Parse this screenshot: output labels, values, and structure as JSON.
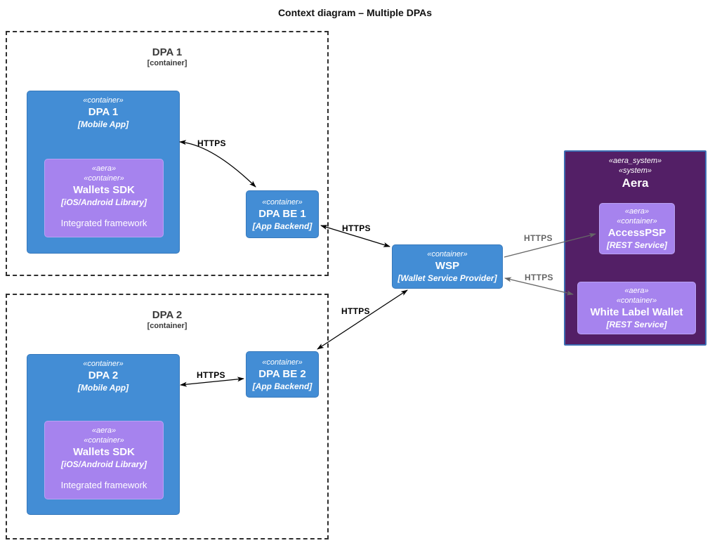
{
  "title": "Context diagram – Multiple DPAs",
  "colors": {
    "container_blue_fill": "#438dd5",
    "container_blue_border": "#3678bb",
    "aera_purple_fill": "#a683ee",
    "system_dark_purple_fill": "#531f66",
    "system_border_blue": "#3d6eb3",
    "boundary_dash": "#2e2e2e",
    "relation_black": "#000000",
    "relation_gray": "#666666"
  },
  "boundaries": {
    "dpa1": {
      "name": "DPA 1",
      "type": "[container]"
    },
    "dpa2": {
      "name": "DPA 2",
      "type": "[container]"
    }
  },
  "nodes": {
    "dpa1_app": {
      "stereo1": "«container»",
      "name": "DPA 1",
      "tech": "[Mobile App]"
    },
    "wallets_sdk_1": {
      "stereo1": "«aera»",
      "stereo2": "«container»",
      "name": "Wallets SDK",
      "tech": "[iOS/Android Library]",
      "desc": "Integrated framework"
    },
    "dpa_be_1": {
      "stereo1": "«container»",
      "name": "DPA BE 1",
      "tech": "[App Backend]"
    },
    "wsp": {
      "stereo1": "«container»",
      "name": "WSP",
      "tech": "[Wallet Service Provider]"
    },
    "aera": {
      "stereo1": "«aera_system»",
      "stereo2": "«system»",
      "name": "Aera"
    },
    "access_psp": {
      "stereo1": "«aera»",
      "stereo2": "«container»",
      "name": "AccessPSP",
      "tech": "[REST Service]"
    },
    "wlw": {
      "stereo1": "«aera»",
      "stereo2": "«container»",
      "name": "White Label Wallet",
      "tech": "[REST Service]"
    },
    "dpa2_app": {
      "stereo1": "«container»",
      "name": "DPA 2",
      "tech": "[Mobile App]"
    },
    "wallets_sdk_2": {
      "stereo1": "«aera»",
      "stereo2": "«container»",
      "name": "Wallets SDK",
      "tech": "[iOS/Android Library]",
      "desc": "Integrated framework"
    },
    "dpa_be_2": {
      "stereo1": "«container»",
      "name": "DPA BE 2",
      "tech": "[App Backend]"
    }
  },
  "edges": [
    {
      "label": "HTTPS",
      "from": "DPA 1",
      "to": "DPA BE 1",
      "direction": "both",
      "color": "#000000"
    },
    {
      "label": "HTTPS",
      "from": "DPA BE 1",
      "to": "WSP",
      "direction": "both",
      "color": "#000000"
    },
    {
      "label": "HTTPS",
      "from": "WSP",
      "to": "AccessPSP",
      "direction": "to",
      "color": "#666666"
    },
    {
      "label": "HTTPS",
      "from": "WSP",
      "to": "White Label Wallet",
      "direction": "both",
      "color": "#666666"
    },
    {
      "label": "HTTPS",
      "from": "WSP",
      "to": "DPA BE 2",
      "direction": "both",
      "color": "#000000"
    },
    {
      "label": "HTTPS",
      "from": "DPA 2",
      "to": "DPA BE 2",
      "direction": "both",
      "color": "#000000"
    }
  ]
}
